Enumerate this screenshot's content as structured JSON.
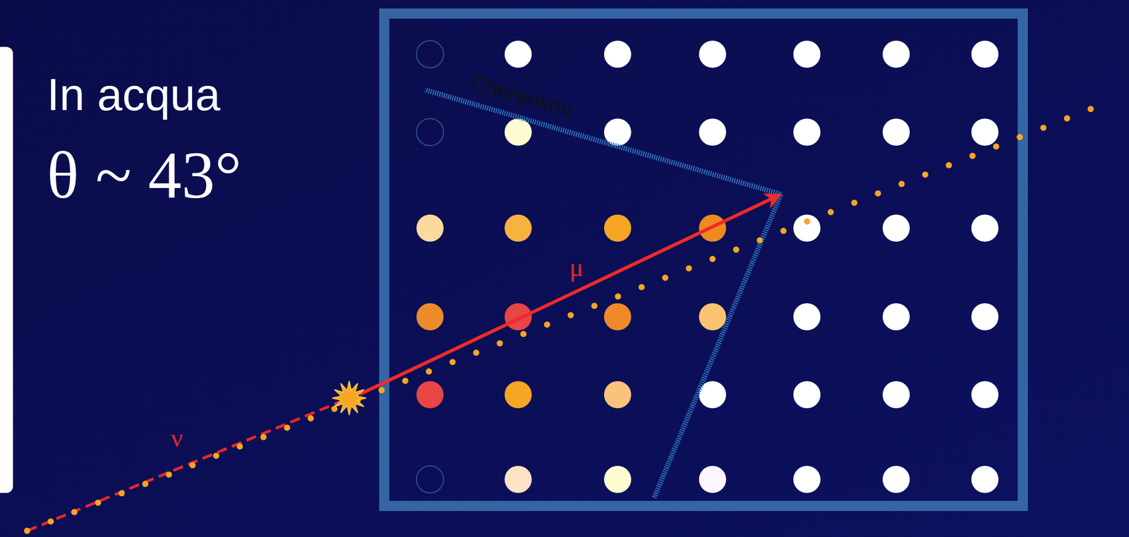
{
  "diagram": {
    "labels": [
      "In acqua",
      "θ ~ 43°",
      "Cherenkov",
      "μ",
      "ν"
    ]
  }
}
